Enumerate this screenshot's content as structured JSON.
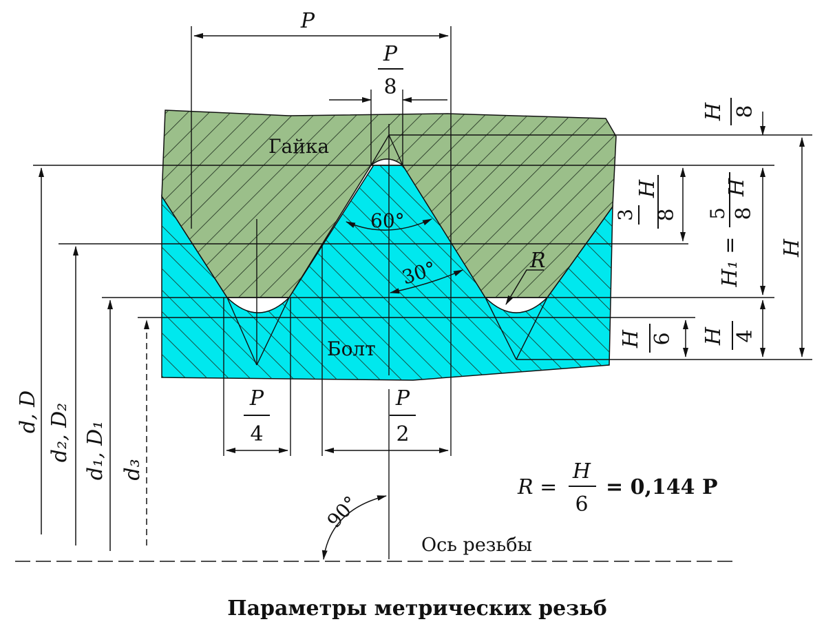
{
  "diagram": {
    "caption": "Параметры метрических резьб",
    "nut_label": "Гайка",
    "bolt_label": "Болт",
    "axis_label": "Ось резьбы",
    "colors": {
      "nut": "#9bbf8a",
      "bolt": "#00e8ee",
      "hatch": "#1b2a1b",
      "line": "#111111"
    },
    "angles": {
      "thread": "60°",
      "half": "30°",
      "axis": "90°"
    },
    "pitch": {
      "full": "P",
      "p8_num": "P",
      "p8_den": "8",
      "p4_num": "P",
      "p4_den": "4",
      "p2_num": "P",
      "p2_den": "2"
    },
    "radius_label": "R",
    "formula": {
      "lhs": "R =",
      "num": "H",
      "den": "6",
      "rhs": "= 0,144 P"
    },
    "height": {
      "h8_num": "H",
      "h8_den": "8",
      "h38_a": "3",
      "h38_b": "H",
      "h38_den": "8",
      "h1_label": "H₁ =",
      "h1_a": "5",
      "h1_b": "H",
      "h1_den": "8",
      "full": "H",
      "h6_num": "H",
      "h6_den": "6",
      "h4_num": "H",
      "h4_den": "4"
    },
    "diameters": {
      "d": "d, D",
      "d2": "d₂, D₂",
      "d1": "d₁, D₁",
      "d3": "d₃"
    }
  }
}
